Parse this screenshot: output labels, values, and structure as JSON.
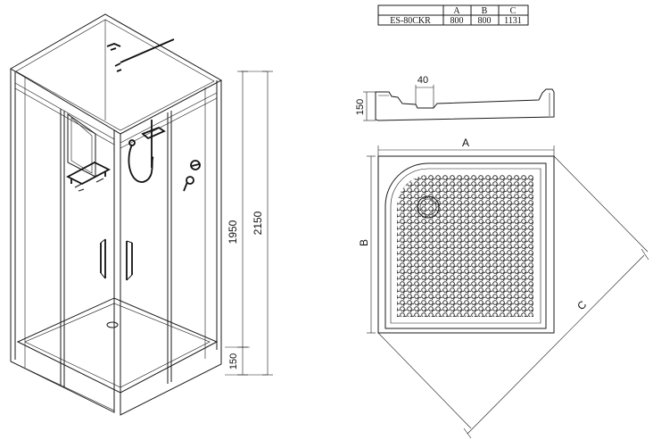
{
  "table": {
    "headers": [
      "",
      "A",
      "B",
      "C"
    ],
    "row": [
      "ES-80CKR",
      "800",
      "800",
      "1131"
    ]
  },
  "dims": {
    "overall_height": "2150",
    "cabin_height": "1950",
    "tray_height": "150",
    "profile_height": "150",
    "profile_step": "40",
    "tray_width": "A",
    "tray_depth": "B",
    "tray_diagonal": "C"
  }
}
